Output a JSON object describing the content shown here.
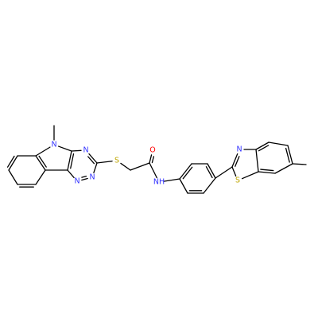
{
  "colors": {
    "bond": "#000000",
    "N": "#3333ff",
    "O": "#ff0000",
    "S": "#bfa600",
    "C": "#000000",
    "background": "#ffffff"
  },
  "atom_labels": {
    "N_indole": "N",
    "N_triazine_a": "N",
    "N_triazine_b": "N",
    "N_triazine_c": "N",
    "S_thioether": "S",
    "O_carbonyl": "O",
    "N_amide": "NH",
    "N_thiazole": "N",
    "S_thiazole": "S"
  }
}
